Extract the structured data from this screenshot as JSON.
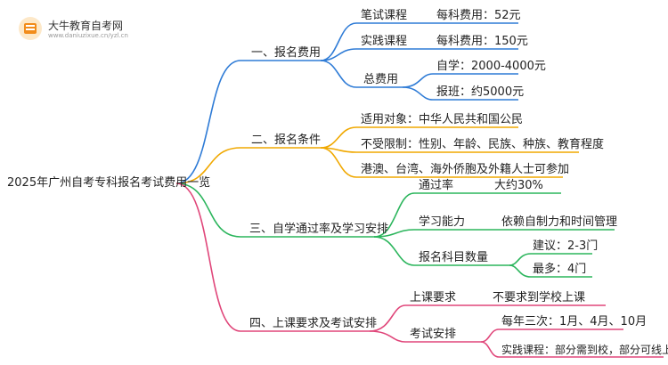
{
  "logo": {
    "name": "大牛教育自考网",
    "url": "www.daniuzixue.cn/yzl.cn",
    "icon": "book-badge-icon"
  },
  "colors": {
    "blue": "#2e7bd6",
    "orange": "#f0a800",
    "green": "#2bb55c",
    "pink": "#e0467a"
  },
  "root": "2025年广州自考专科报名考试费用一览",
  "branches": [
    {
      "label": "一、报名费用",
      "children": [
        {
          "label": "笔试课程",
          "value": "每科费用：52元"
        },
        {
          "label": "实践课程",
          "value": "每科费用：150元"
        },
        {
          "label": "总费用",
          "children": [
            "自学：2000-4000元",
            "报班：约5000元"
          ]
        }
      ]
    },
    {
      "label": "二、报名条件",
      "children": [
        {
          "label": "适用对象：中华人民共和国公民"
        },
        {
          "label": "不受限制：性别、年龄、民族、种族、教育程度"
        },
        {
          "label": "港澳、台湾、海外侨胞及外籍人士可参加"
        }
      ]
    },
    {
      "label": "三、自学通过率及学习安排",
      "children": [
        {
          "label": "通过率",
          "value": "大约30%"
        },
        {
          "label": "学习能力",
          "value": "依赖自制力和时间管理"
        },
        {
          "label": "报名科目数量",
          "children": [
            "建议：2-3门",
            "最多：4门"
          ]
        }
      ]
    },
    {
      "label": "四、上课要求及考试安排",
      "children": [
        {
          "label": "上课要求",
          "value": "不要求到学校上课"
        },
        {
          "label": "考试安排",
          "children": [
            "每年三次：1月、4月、10月",
            "实践课程：部分需到校，部分可线上考试"
          ]
        }
      ]
    }
  ]
}
